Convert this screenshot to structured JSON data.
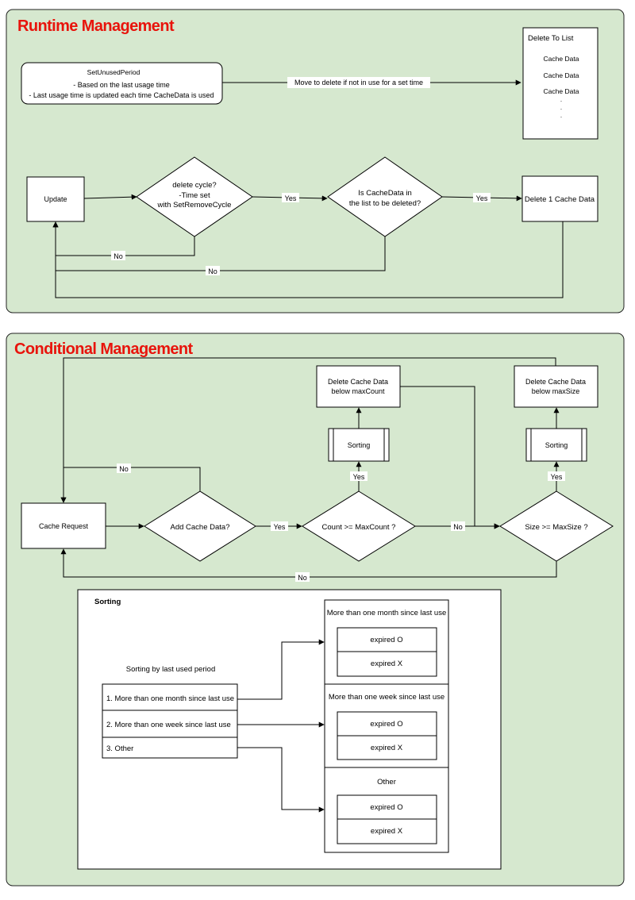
{
  "colors": {
    "panel_fill": "#d6e8cf",
    "panel_stroke": "#222222",
    "title": "#e8140c",
    "box_fill": "#ffffff"
  },
  "runtime": {
    "title": "Runtime Management",
    "set_unused": {
      "title": "SetUnusedPeriod",
      "line1": "- Based on the last usage time",
      "line2": "- Last usage time is updated each time CacheData is used"
    },
    "move_label": "Move to delete if not in use for a set time",
    "delete_list": {
      "title": "Delete To List",
      "items": [
        "Cache Data",
        "Cache Data",
        "Cache Data"
      ],
      "dots": [
        ".",
        ".",
        "."
      ]
    },
    "update": "Update",
    "delete_cycle": {
      "line1": "delete cycle?",
      "line2": "-Time set",
      "line3": "with SetRemoveCycle"
    },
    "is_cache": {
      "line1": "Is CacheData in",
      "line2": "the list to be deleted?"
    },
    "delete_one": "Delete 1 Cache Data",
    "yes1": "Yes",
    "yes2": "Yes",
    "no1": "No",
    "no2": "No"
  },
  "conditional": {
    "title": "Conditional Management",
    "cache_request": "Cache Request",
    "add_cache": "Add Cache Data?",
    "count_check": "Count >= MaxCount ?",
    "size_check": "Size >= MaxSize ?",
    "sorting1": "Sorting",
    "sorting2": "Sorting",
    "del_count": {
      "line1": "Delete Cache Data",
      "line2": "below maxCount"
    },
    "del_size": {
      "line1": "Delete Cache Data",
      "line2": "below maxSize"
    },
    "yes_add": "Yes",
    "yes_count": "Yes",
    "yes_size": "Yes",
    "no_add": "No",
    "no_count": "No",
    "no_size": "No"
  },
  "sorting_box": {
    "title": "Sorting",
    "subtitle": "Sorting by last used period",
    "options": [
      "1. More than one month since last use",
      "2. More than one week since last use",
      "3. Other"
    ],
    "groups": [
      {
        "title": "More than one month since last use",
        "items": [
          "expired O",
          "expired X"
        ]
      },
      {
        "title": "More than one week since last use",
        "items": [
          "expired O",
          "expired X"
        ]
      },
      {
        "title": "Other",
        "items": [
          "expired O",
          "expired X"
        ]
      }
    ]
  }
}
